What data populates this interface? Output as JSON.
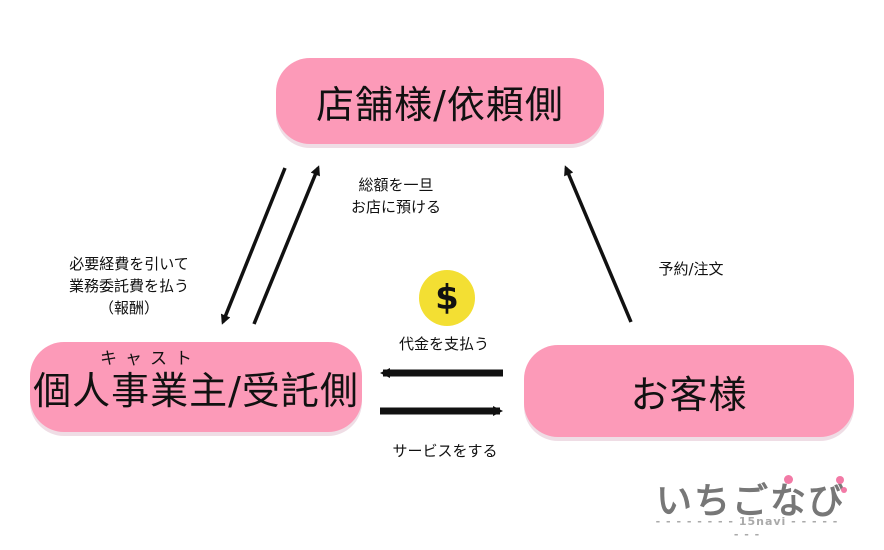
{
  "nodes": {
    "store": "店舗様/依頼側",
    "individual": "個人事業主/受託側",
    "individual_furigana": "キャスト",
    "customer": "お客様"
  },
  "labels": {
    "total_hold": "総額を一旦\nお店に預ける",
    "commission": "必要経費を引いて\n業務委託費を払う\n（報酬）",
    "reservation": "予約/注文",
    "payment": "代金を支払う",
    "service": "サービスをする"
  },
  "coin_symbol": "$",
  "logo": {
    "main": "いちごなび",
    "sub": "15navi"
  },
  "colors": {
    "node_fill": "#fc9ab8",
    "coin": "#f3df33",
    "logo_text": "#777777",
    "logo_dot": "#f27aa6"
  }
}
